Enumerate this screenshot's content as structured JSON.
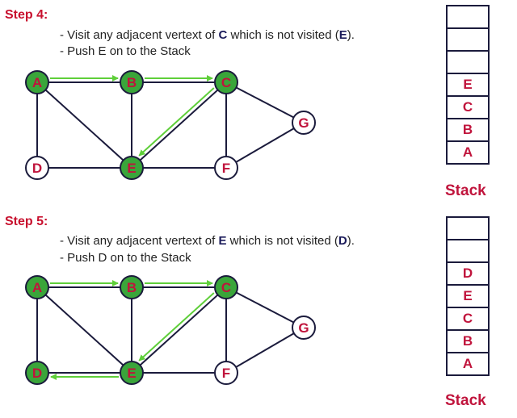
{
  "colors": {
    "title": "#c8102e",
    "highlight": "#1b1b5a",
    "edge": "#1b1b3c",
    "arrow": "#5fcf3a",
    "visited_fill": "#3aa53a",
    "unvisited_fill": "#ffffff",
    "node_label": "#c0143c",
    "stack_item": "#c0143c",
    "stack_label": "#c0143c"
  },
  "steps": [
    {
      "title": "Step 4:",
      "bullet1": {
        "pre": "- Visit any adjacent vertext of ",
        "hl1": "C",
        "mid": " which is not visited (",
        "hl2": "E",
        "post": ")."
      },
      "bullet2": "- Push E on to the Stack",
      "nodes": [
        {
          "id": "A",
          "visited": true
        },
        {
          "id": "B",
          "visited": true
        },
        {
          "id": "C",
          "visited": true
        },
        {
          "id": "D",
          "visited": false
        },
        {
          "id": "E",
          "visited": true
        },
        {
          "id": "F",
          "visited": false
        },
        {
          "id": "G",
          "visited": false
        }
      ],
      "edges": [
        [
          "A",
          "B"
        ],
        [
          "B",
          "C"
        ],
        [
          "A",
          "D"
        ],
        [
          "A",
          "E"
        ],
        [
          "B",
          "E"
        ],
        [
          "C",
          "E"
        ],
        [
          "D",
          "E"
        ],
        [
          "E",
          "F"
        ],
        [
          "C",
          "F"
        ],
        [
          "C",
          "G"
        ],
        [
          "F",
          "G"
        ]
      ],
      "arrows": [
        [
          "A",
          "B"
        ],
        [
          "B",
          "C"
        ],
        [
          "C",
          "E"
        ]
      ],
      "stack": [
        "",
        "",
        "",
        "E",
        "C",
        "B",
        "A"
      ],
      "stack_label": "Stack"
    },
    {
      "title": "Step 5:",
      "bullet1": {
        "pre": "- Visit any adjacent vertext of ",
        "hl1": "E",
        "mid": " which is not visited (",
        "hl2": "D",
        "post": ")."
      },
      "bullet2": "- Push D on to the Stack",
      "nodes": [
        {
          "id": "A",
          "visited": true
        },
        {
          "id": "B",
          "visited": true
        },
        {
          "id": "C",
          "visited": true
        },
        {
          "id": "D",
          "visited": true
        },
        {
          "id": "E",
          "visited": true
        },
        {
          "id": "F",
          "visited": false
        },
        {
          "id": "G",
          "visited": false
        }
      ],
      "edges": [
        [
          "A",
          "B"
        ],
        [
          "B",
          "C"
        ],
        [
          "A",
          "D"
        ],
        [
          "A",
          "E"
        ],
        [
          "B",
          "E"
        ],
        [
          "C",
          "E"
        ],
        [
          "D",
          "E"
        ],
        [
          "E",
          "F"
        ],
        [
          "C",
          "F"
        ],
        [
          "C",
          "G"
        ],
        [
          "F",
          "G"
        ]
      ],
      "arrows": [
        [
          "A",
          "B"
        ],
        [
          "B",
          "C"
        ],
        [
          "C",
          "E"
        ],
        [
          "E",
          "D"
        ]
      ],
      "stack": [
        "",
        "",
        "D",
        "E",
        "C",
        "B",
        "A"
      ],
      "stack_label": "Stack"
    }
  ]
}
